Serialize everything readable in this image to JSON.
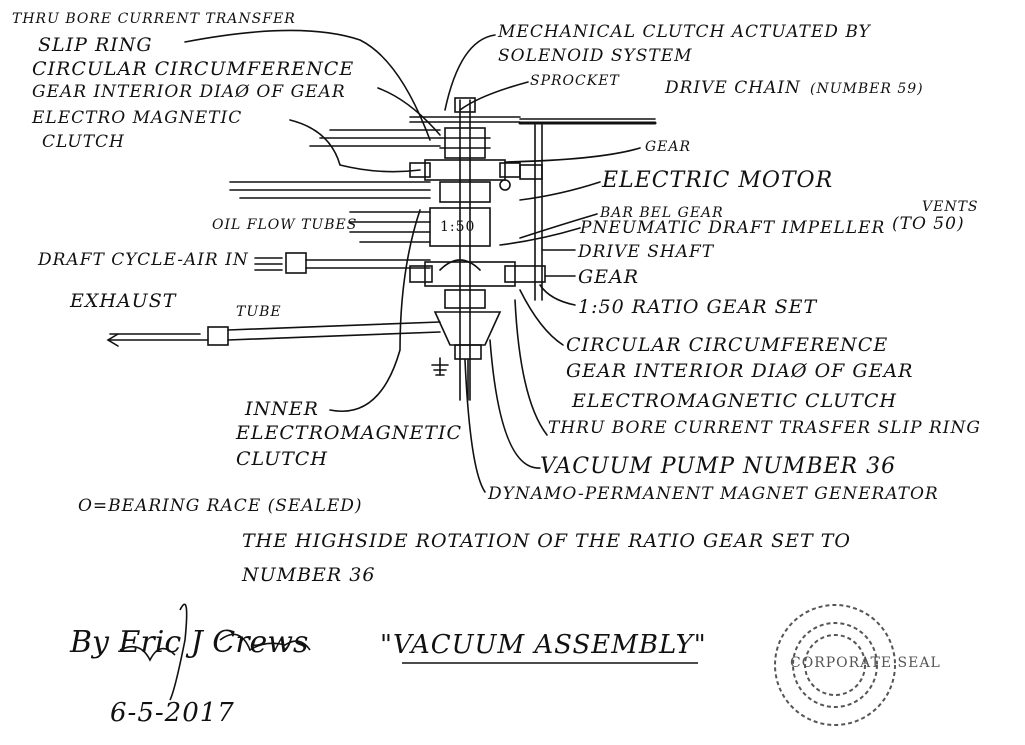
{
  "labels": {
    "thru_bore_top_1": "THRU BORE CURRENT TRANSFER",
    "slip_ring_top": "SLIP RING",
    "circ_top_1": "CIRCULAR CIRCUMFERENCE",
    "circ_top_2": "GEAR INTERIOR DIAØ OF GEAR",
    "em_clutch_top_1": "ELECTRO MAGNETIC",
    "em_clutch_top_2": "CLUTCH",
    "mech_clutch_1": "MECHANICAL CLUTCH ACTUATED BY",
    "mech_clutch_2": "SOLENOID SYSTEM",
    "sprocket": "SPROCKET",
    "drive_chain": "DRIVE CHAIN",
    "drive_chain_num": "(NUMBER 59)",
    "gear_top": "GEAR",
    "electric_motor": "ELECTRIC MOTOR",
    "barbel_gear": "BAR BEL GEAR",
    "pneumatic_impeller": "PNEUMATIC DRAFT IMPELLER",
    "vents": "VENTS",
    "to_50": "(TO 50)",
    "drive_shaft": "DRIVE SHAFT",
    "gear_mid": "GEAR",
    "ratio_gear_set": "1:50 RATIO GEAR SET",
    "circ_bot_1": "CIRCULAR CIRCUMFERENCE",
    "circ_bot_2": "GEAR INTERIOR DIAØ OF GEAR",
    "em_clutch_bot": "ELECTROMAGNETIC CLUTCH",
    "thru_bore_bot": "THRU BORE CURRENT TRASFER SLIP RING",
    "vacuum_pump": "VACUUM PUMP NUMBER 36",
    "dynamo": "DYNAMO-PERMANENT MAGNET GENERATOR",
    "oil_flow": "OIL FLOW TUBES",
    "draft_cycle": "DRAFT CYCLE-AIR IN",
    "exhaust": "EXHAUST",
    "tube": "TUBE",
    "ratio_box": "1:50",
    "inner_1": "INNER",
    "inner_2": "ELECTROMAGNETIC",
    "inner_3": "CLUTCH",
    "bearing": "O=BEARING RACE (SEALED)",
    "note_1": "THE HIGHSIDE ROTATION OF THE RATIO GEAR SET TO",
    "note_2": "NUMBER 36",
    "title": "\"VACUUM ASSEMBLY\"",
    "signature": "By Eric J Crews",
    "date": "6-5-2017",
    "stamp_text": "CORPORATE SEAL"
  },
  "colors": {
    "ink": "#111111",
    "background": "#ffffff",
    "stamp": "#555555"
  }
}
